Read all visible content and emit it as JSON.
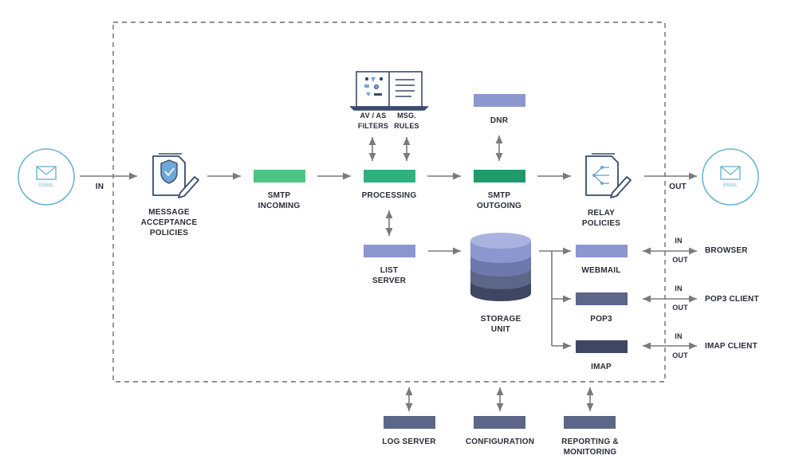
{
  "colors": {
    "green_light": "#4fc386",
    "green_mid": "#2fb07e",
    "green_dark": "#1f9a6a",
    "periwinkle": "#8c96cf",
    "slate": "#5b6688",
    "navy": "#3e4663",
    "arrow": "#7a7a7a",
    "circle": "#6cb5cf",
    "icon_navy": "#3a4a6b"
  },
  "icons": [
    "email-icon",
    "document-shield-icon",
    "laptop-filters-icon",
    "document-network-icon",
    "database-icon"
  ],
  "email_in": {
    "label": "EMAIL"
  },
  "email_out": {
    "label": "EMAIL"
  },
  "flow": {
    "in": "IN",
    "out": "OUT"
  },
  "nodes": {
    "message_acceptance": "MESSAGE\nACCEPTANCE\nPOLICIES",
    "smtp_incoming": "SMTP\nINCOMING",
    "processing": "PROCESSING",
    "smtp_outgoing": "SMTP\nOUTGOING",
    "relay_policies": "RELAY\nPOLICIES",
    "av_as_filters": "AV / AS\nFILTERS",
    "msg_rules": "MSG.\nRULES",
    "dnr": "DNR",
    "list_server": "LIST\nSERVER",
    "storage_unit": "STORAGE\nUNIT",
    "webmail": "WEBMAIL",
    "pop3": "POP3",
    "imap": "IMAP",
    "log_server": "LOG SERVER",
    "configuration": "CONFIGURATION",
    "reporting": "REPORTING &\nMONITORING"
  },
  "clients": {
    "browser": "BROWSER",
    "pop3_client": "POP3 CLIENT",
    "imap_client": "IMAP CLIENT",
    "in": "IN",
    "out": "OUT"
  }
}
